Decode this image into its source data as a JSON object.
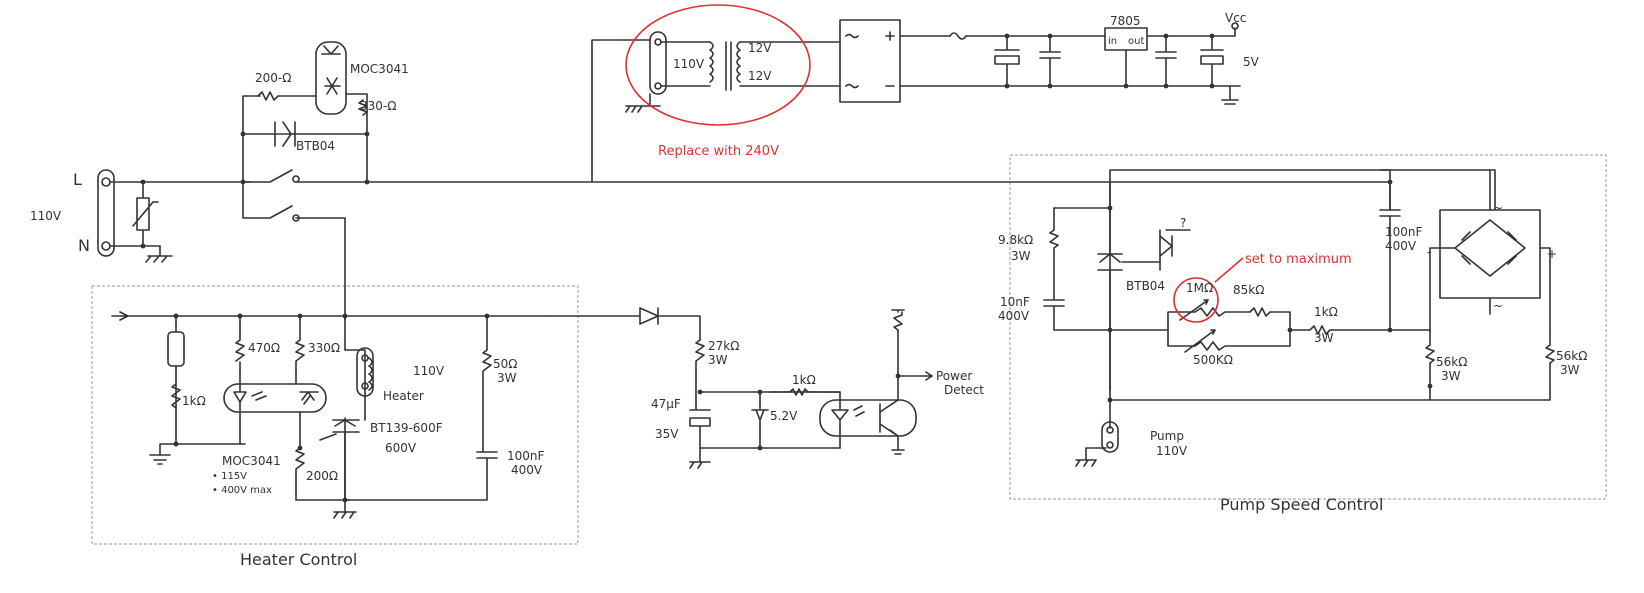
{
  "labels": {
    "L": "L",
    "N": "N",
    "v110_main": "110V",
    "r200": "200-Ω",
    "moc_top": "MOC3041",
    "r330_top": "330-Ω",
    "btb04_top": "BTB04",
    "tx_primary": "110V",
    "tx_sec1": "12V",
    "tx_sec2": "12V",
    "replace": "Replace with 240V",
    "reg": "7805",
    "reg_in": "in",
    "reg_out": "out",
    "vcc": "Vcc",
    "v5": "5V",
    "r470": "470Ω",
    "r1k_left": "1kΩ",
    "r330_mid": "330Ω",
    "heater_v": "110V",
    "heater": "Heater",
    "moc_bottom": "MOC3041",
    "moc_spec1": "• 115V",
    "moc_spec2": "• 400V max",
    "bt139": "BT139-600F",
    "bt139_v": "600V",
    "r200_bottom": "200Ω",
    "r50": "50Ω",
    "r50_w": "3W",
    "c100n_left": "100nF",
    "c100n_left_v": "400V",
    "heater_control": "Heater Control",
    "r27k": "27kΩ",
    "r27k_w": "3W",
    "c47u": "47µF",
    "c47u_v": "35V",
    "zener": "5.2V",
    "r1k_opto": "1kΩ",
    "power": "Power",
    "detect": "Detect",
    "r98k": "9.8kΩ",
    "r98k_w": "3W",
    "c10n": "10nF",
    "c10n_v": "400V",
    "btb04_pump": "BTB04",
    "question": "?",
    "set_max": "set to maximum",
    "pot1m": "1MΩ",
    "r85k": "85kΩ",
    "r1k_pump": "1kΩ",
    "r1k_pump_w": "3W",
    "pot500k": "500KΩ",
    "c100n_pump": "100nF",
    "c100n_pump_v": "400V",
    "r56k_a": "56kΩ",
    "r56k_a_w": "3W",
    "r56k_b": "56kΩ",
    "r56k_b_w": "3W",
    "pump": "Pump",
    "pump_v": "110V",
    "pump_speed": "Pump Speed Control",
    "plus": "+",
    "minus": "-",
    "tilde": "~"
  }
}
